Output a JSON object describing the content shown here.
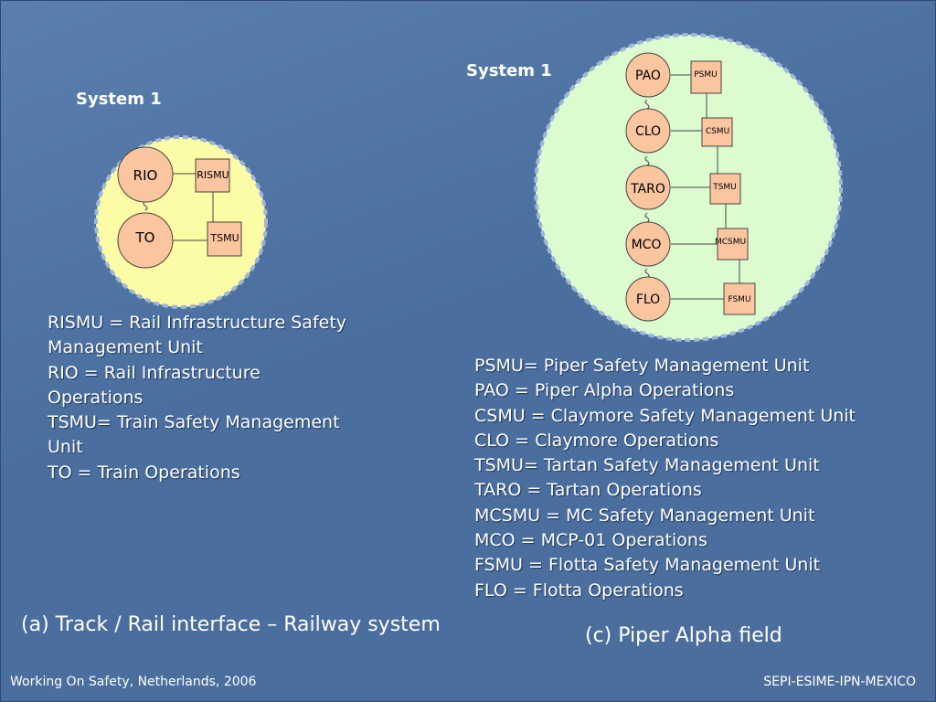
{
  "colors": {
    "background": "#4f73a3",
    "node_fill": "#fbc59f",
    "unit_fill": "#fbc59f",
    "railway_circle": "#fdfca6",
    "piper_circle": "#dcfcd0",
    "circle_border": "#9fb6d8",
    "text": "#ffffff"
  },
  "railway": {
    "title": "System 1",
    "nodes": [
      "RIO",
      "TO"
    ],
    "units": [
      "RISMU",
      "TSMU"
    ],
    "legend": [
      "RISMU = Rail Infrastructure Safety",
      "Management Unit",
      "RIO = Rail Infrastructure",
      "Operations",
      "TSMU= Train Safety Management",
      "Unit",
      "TO = Train Operations"
    ],
    "caption": "(a) Track / Rail interface – Railway system"
  },
  "piper": {
    "title": "System 1",
    "nodes": [
      "PAO",
      "CLO",
      "TARO",
      "MCO",
      "FLO"
    ],
    "units": [
      "PSMU",
      "CSMU",
      "TSMU",
      "MCSMU",
      "FSMU"
    ],
    "legend": [
      "PSMU= Piper Safety Management Unit",
      "PAO = Piper Alpha Operations",
      "CSMU = Claymore Safety Management Unit",
      "CLO = Claymore Operations",
      "TSMU= Tartan Safety Management Unit",
      "TARO = Tartan Operations",
      "MCSMU = MC Safety Management Unit",
      "MCO = MCP-01 Operations",
      "FSMU = Flotta Safety Management Unit",
      "FLO = Flotta Operations"
    ],
    "caption": "(c) Piper Alpha field"
  },
  "footer": {
    "left": "Working On Safety, Netherlands, 2006",
    "right": "SEPI-ESIME-IPN-MEXICO"
  }
}
